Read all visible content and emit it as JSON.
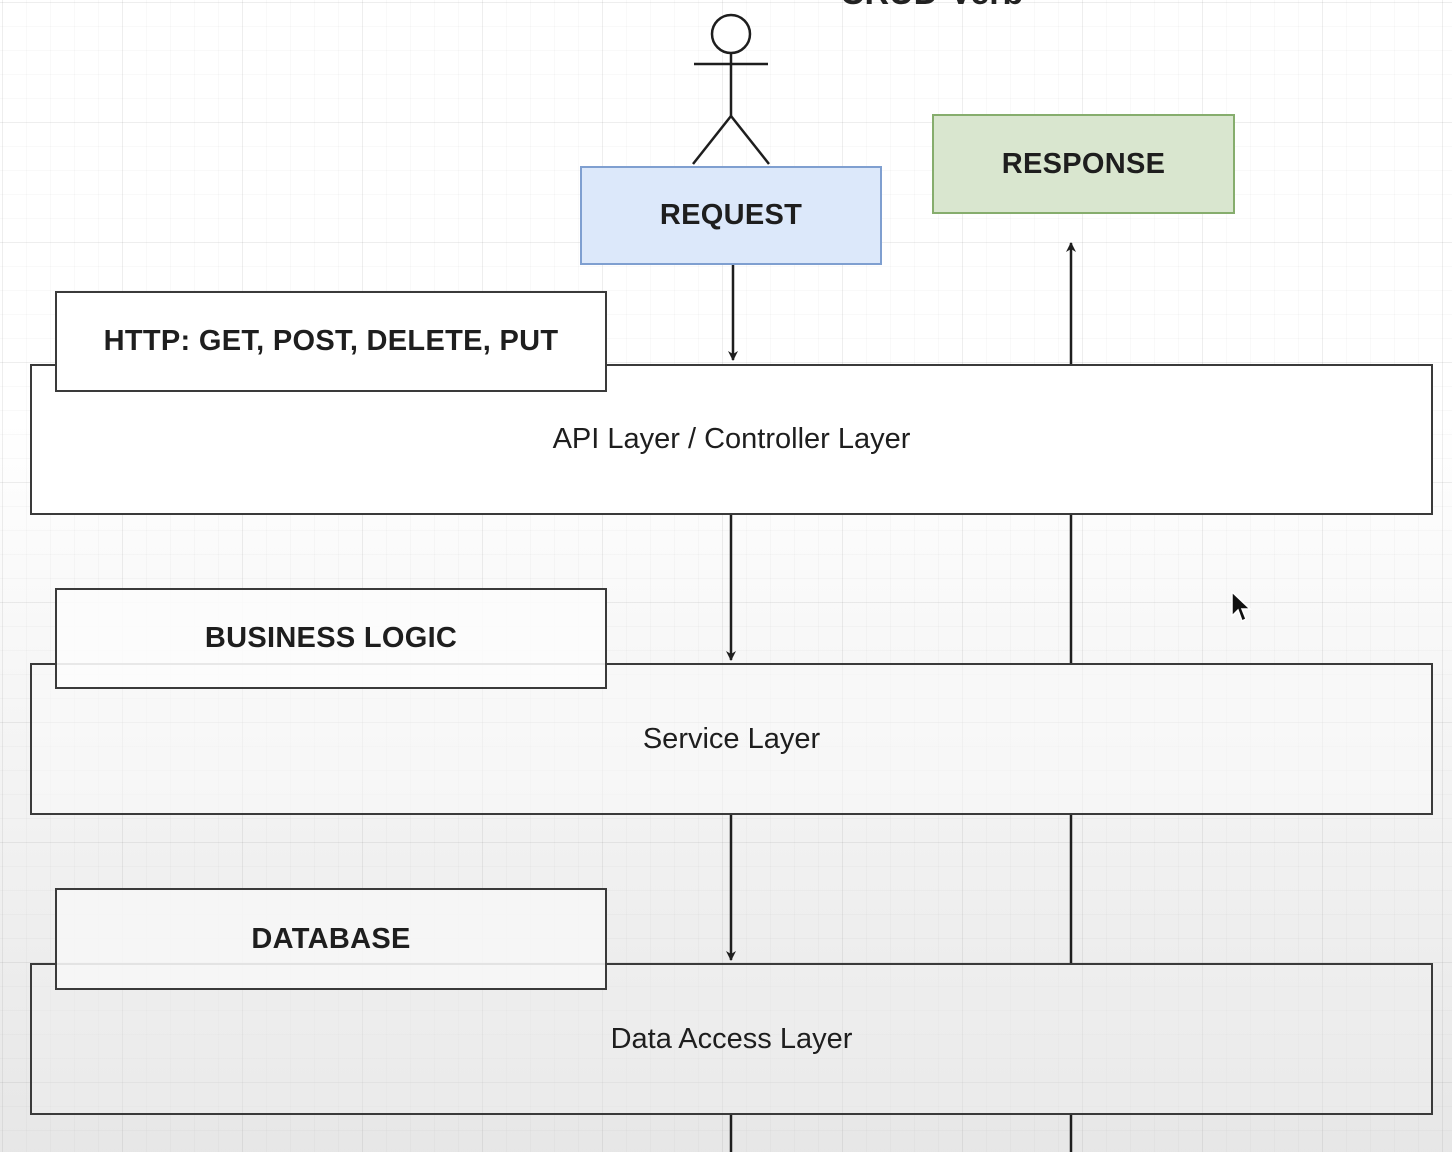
{
  "diagram": {
    "title_fragment": "CRUD-Verb",
    "actor": {
      "icon": "stick-figure-icon"
    },
    "request": {
      "label": "REQUEST",
      "fill": "#dce8fa",
      "stroke": "#7f9fd0"
    },
    "response": {
      "label": "RESPONSE",
      "fill": "#d9e6cf",
      "stroke": "#86ad6d"
    },
    "layers": [
      {
        "label": "API Layer / Controller Layer",
        "tag": "HTTP: GET, POST, DELETE, PUT"
      },
      {
        "label": "Service Layer",
        "tag": "BUSINESS LOGIC"
      },
      {
        "label": "Data Access Layer",
        "tag": "DATABASE"
      }
    ],
    "stroke_color": "#3a3a3a"
  }
}
